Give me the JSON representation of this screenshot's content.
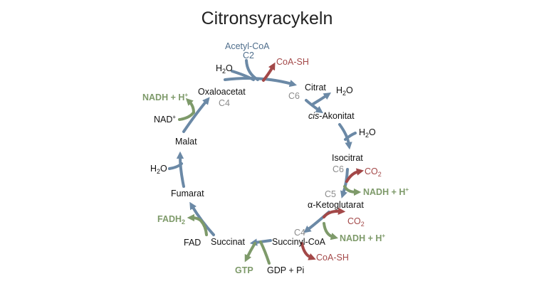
{
  "title": "Citronsyracykeln",
  "colors": {
    "main": "#6b89a6",
    "green": "#7e9a6a",
    "red": "#a34848",
    "gray": "#8c8c8c",
    "blue": "#4f6e8c"
  },
  "metabolites": {
    "citrat": "Citrat",
    "cis_prefix": "cis",
    "akonitat": "-Akonitat",
    "isocitrat": "Isocitrat",
    "ketoglutarat": "α-Ketoglutarat",
    "succinyl_coa": "Succinyl-CoA",
    "succinat": "Succinat",
    "fumarat": "Fumarat",
    "malat": "Malat",
    "oxaloacetat": "Oxaloacetat"
  },
  "carbons": {
    "c2": "C2",
    "c6_citrat": "C6",
    "c6_isocitrat": "C6",
    "c5": "C5",
    "c4_succinyl": "C4",
    "c4_oxalo": "C4"
  },
  "side": {
    "acetyl_coa": "Acetyl-CoA",
    "coa_sh_top": "CoA-SH",
    "coa_sh_bottom": "CoA-SH",
    "h2o_top_h": "H",
    "h2o_top_sub": "2",
    "h2o_top_o": "O",
    "h2o_1_h": "H",
    "h2o_1_sub": "2",
    "h2o_1_o": "O",
    "h2o_2_h": "H",
    "h2o_2_sub": "2",
    "h2o_2_o": "O",
    "h2o_left_h": "H",
    "h2o_left_sub": "2",
    "h2o_left_o": "O",
    "co2_1_c": "CO",
    "co2_1_sub": "2",
    "co2_2_c": "CO",
    "co2_2_sub": "2",
    "nadh_1": "NADH + H",
    "nadh_1_sup": "+",
    "nadh_2": "NADH + H",
    "nadh_2_sup": "+",
    "nadh_3": "NADH + H",
    "nadh_3_sup": "+",
    "nad": "NAD",
    "nad_sup": "+",
    "fadh2": "FADH",
    "fadh2_sub": "2",
    "fad": "FAD",
    "gtp": "GTP",
    "gdp_pi": "GDP + Pi"
  }
}
